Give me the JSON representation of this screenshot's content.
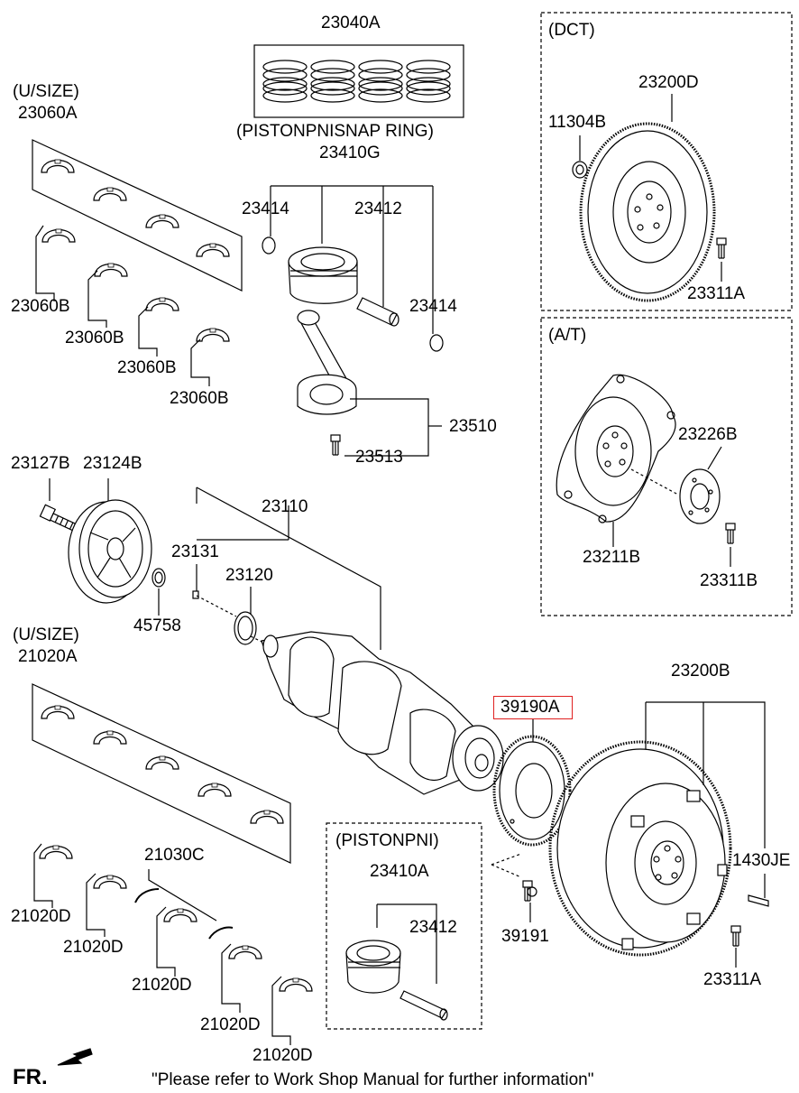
{
  "labels": {
    "l_23040A": "23040A",
    "l_pnsnap": "(PISTONPNISNAP RING)",
    "l_23410G": "23410G",
    "l_23414a": "23414",
    "l_23412a": "23412",
    "l_23414b": "23414",
    "l_23510": "23510",
    "l_23513": "23513",
    "l_usize1": "(U/SIZE)",
    "l_23060A": "23060A",
    "l_23060B1": "23060B",
    "l_23060B2": "23060B",
    "l_23060B3": "23060B",
    "l_23060B4": "23060B",
    "l_dct": "(DCT)",
    "l_23200D": "23200D",
    "l_11304B": "11304B",
    "l_23311A1": "23311A",
    "l_at": "(A/T)",
    "l_23226B": "23226B",
    "l_23211B": "23211B",
    "l_23311B": "23311B",
    "l_23127B": "23127B",
    "l_23124B": "23124B",
    "l_23110": "23110",
    "l_23131": "23131",
    "l_23120": "23120",
    "l_45758": "45758",
    "l_usize2": "(U/SIZE)",
    "l_21020A": "21020A",
    "l_23200B": "23200B",
    "l_39190A": "39190A",
    "l_1430JE": "1430JE",
    "l_39191": "39191",
    "l_23311A2": "23311A",
    "l_pistonpni": "(PISTONPNI)",
    "l_23410A": "23410A",
    "l_23412b": "23412",
    "l_21030C": "21030C",
    "l_21020D1": "21020D",
    "l_21020D2": "21020D",
    "l_21020D3": "21020D",
    "l_21020D4": "21020D",
    "l_21020D5": "21020D"
  },
  "footer": {
    "fr": "FR.",
    "note": "\"Please refer to Work Shop Manual for further information\""
  },
  "colors": {
    "line": "#000000",
    "highlight": "#e02020"
  }
}
